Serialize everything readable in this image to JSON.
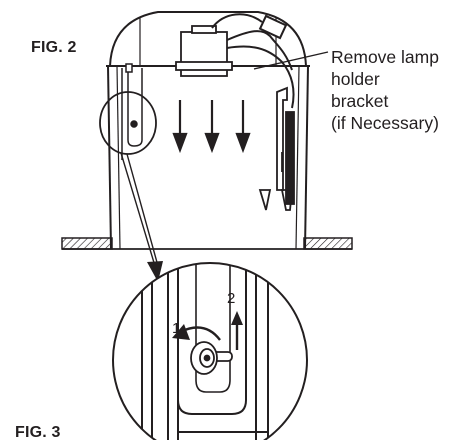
{
  "figure_labels": {
    "fig2": "FIG. 2",
    "fig3": "FIG. 3"
  },
  "callout": {
    "line1": "Remove lamp",
    "line2": "holder",
    "line3": "bracket",
    "line4": "(if Necessary)"
  },
  "detail_steps": {
    "step1": "1",
    "step2": "2"
  },
  "colors": {
    "line": "#231f20",
    "background": "#ffffff"
  }
}
